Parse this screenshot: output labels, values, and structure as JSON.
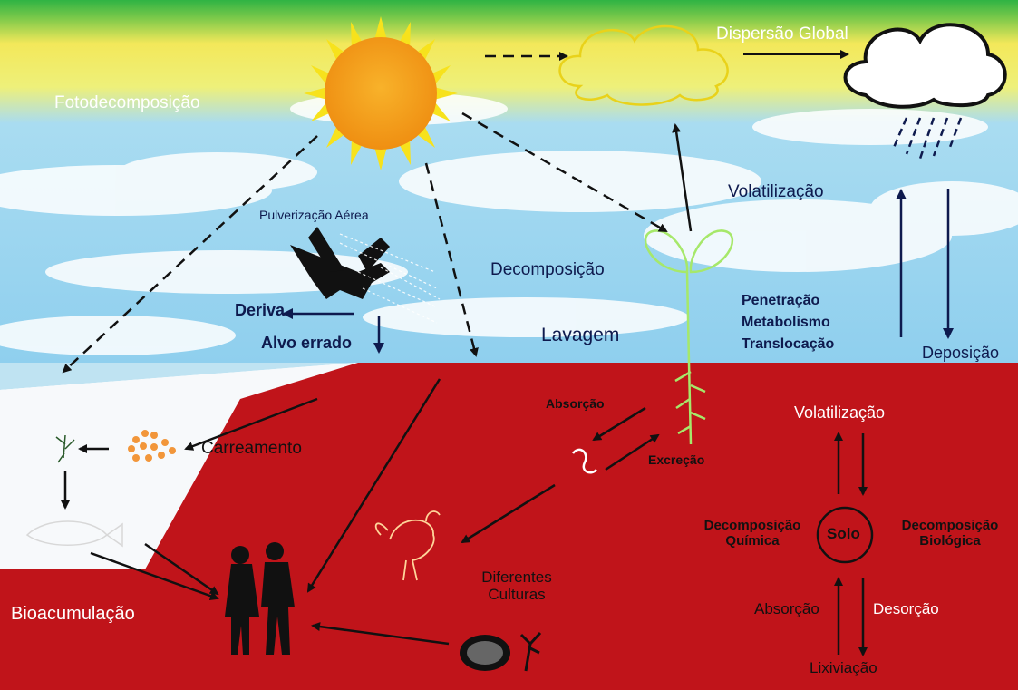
{
  "labels": {
    "fotodecomposicao": "Fotodecomposição",
    "dispersao_global": "Dispersão Global",
    "volatilizacao_ar": "Volatilização",
    "pulverizacao_aerea": "Pulverização Aérea",
    "decomposicao": "Decomposição",
    "deriva": "Deriva",
    "alvo_errado": "Alvo errado",
    "lavagem": "Lavagem",
    "penetracao": "Penetração",
    "metabolismo": "Metabolismo",
    "translocacao": "Translocação",
    "deposicao": "Deposição",
    "absorcao_planta": "Absorção",
    "excrecao": "Excreção",
    "carreamento": "Carreamento",
    "volatilizacao_solo": "Volatilização",
    "decomposicao_quimica_1": "Decomposição",
    "decomposicao_quimica_2": "Química",
    "solo": "Solo",
    "decomposicao_biologica_1": "Decomposição",
    "decomposicao_biologica_2": "Biológica",
    "absorcao_solo": "Absorção",
    "desorcao": "Desorção",
    "lixiviacao": "Lixiviação",
    "bioacumulacao": "Bioacumulação",
    "diferentes_culturas_1": "Diferentes",
    "diferentes_culturas_2": "Culturas"
  },
  "colors": {
    "ground": "#c0141a",
    "sky": "#9fd6ef",
    "sky_top": "#2fb344",
    "sky_yellow": "#f3e85a",
    "sun": "#f5a21a",
    "sun_rays": "#f7e21c",
    "text_navy": "#0e1a4e",
    "plant": "#a6e86a",
    "water": "#ffffff"
  }
}
